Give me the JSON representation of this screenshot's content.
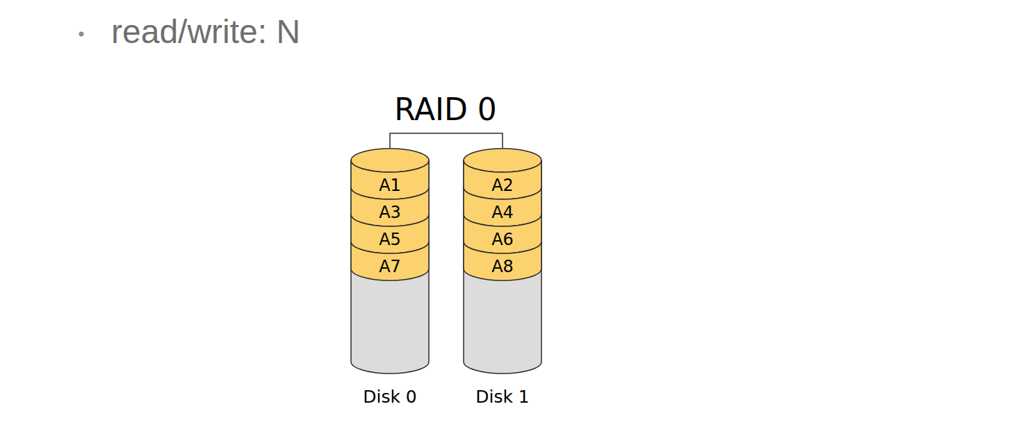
{
  "diagram": {
    "title": "RAID 0",
    "nodes": [
      {
        "text": [
          "Disk 0"
        ]
      },
      {
        "text": [
          "A1"
        ],
        "in": 0
      },
      {
        "text": [
          "A3"
        ],
        "in": 0
      },
      {
        "text": [
          "A5"
        ],
        "in": 0
      },
      {
        "text": [
          "A7"
        ],
        "in": 0
      },
      {
        "text": [
          "Disk 1"
        ]
      },
      {
        "text": [
          "A2"
        ],
        "in": 5
      },
      {
        "text": [
          "A4"
        ],
        "in": 5
      },
      {
        "text": [
          "A6"
        ],
        "in": 5
      },
      {
        "text": [
          "A8"
        ],
        "in": 5
      }
    ],
    "edges": [
      {
        "from": 0,
        "to": 5,
        "arrow": "none"
      }
    ],
    "labels": [
      "read/write: N"
    ]
  }
}
